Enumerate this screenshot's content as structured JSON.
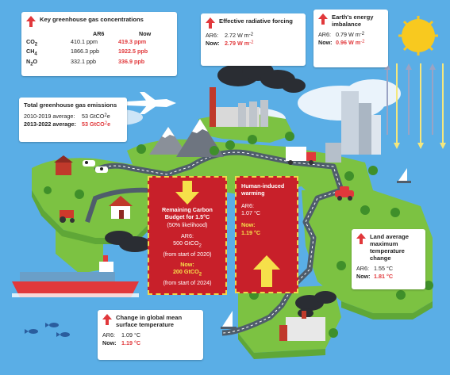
{
  "colors": {
    "sky": "#5aaee6",
    "accent_red": "#e1383b",
    "budget_red": "#c8202a",
    "yellow": "#f6e04a",
    "land": "#7cc242",
    "road": "#4f5d6b"
  },
  "ghg_concentrations": {
    "title": "Key greenhouse gas concentrations",
    "col_ar6": "AR6",
    "col_now": "Now",
    "rows": [
      {
        "gas": "CO",
        "sub": "2",
        "ar6": "410.1 ppm",
        "now": "419.3 ppm"
      },
      {
        "gas": "CH",
        "sub": "4",
        "ar6": "1866.3 ppb",
        "now": "1922.5 ppb"
      },
      {
        "gas": "N",
        "sub": "2",
        "gas2": "O",
        "ar6": "332.1 ppb",
        "now": "336.9 ppb"
      }
    ]
  },
  "radiative_forcing": {
    "title": "Effective radiative forcing",
    "ar6_label": "AR6:",
    "ar6_value": "2.72 W m",
    "now_label": "Now:",
    "now_value": "2.79 W m",
    "unit_exp": "-2"
  },
  "energy_imbalance": {
    "title": "Earth's energy imbalance",
    "ar6_label": "AR6:",
    "ar6_value": "0.79 W m",
    "now_label": "Now:",
    "now_value": "0.96 W m",
    "unit_exp": "-2"
  },
  "total_emissions": {
    "title": "Total greenhouse gas emissions",
    "rows": [
      {
        "label": "2010-2019 average:",
        "value": "53 GtCO",
        "sub": "2",
        "tail": "e"
      },
      {
        "label": "2013-2022 average:",
        "value": "53 GtCO",
        "sub": "2",
        "tail": "e"
      }
    ]
  },
  "carbon_budget": {
    "title_line1": "Remaining Carbon",
    "title_line2": "Budget for 1.5°C",
    "likelihood": "(50% likelihood)",
    "ar6_label": "AR6:",
    "ar6_value": "500 GtCO",
    "ar6_sub": "2",
    "ar6_note": "(from start of 2020)",
    "now_label": "Now:",
    "now_value": "200 GtCO",
    "now_sub": "2",
    "now_note": "(from start of 2024)"
  },
  "human_warming": {
    "title_line1": "Human-induced",
    "title_line2": "warming",
    "ar6_label": "AR6:",
    "ar6_value": "1.07 °C",
    "now_label": "Now:",
    "now_value": "1.19 °C"
  },
  "land_max_temp": {
    "title": "Land average maximum temperature change",
    "ar6_label": "AR6:",
    "ar6_value": "1.55 °C",
    "now_label": "Now:",
    "now_value": "1.81 °C"
  },
  "global_mean_temp": {
    "title": "Change in global mean surface temperature",
    "ar6_label": "AR6:",
    "ar6_value": "1.09 °C",
    "now_label": "Now:",
    "now_value": "1.19 °C"
  }
}
